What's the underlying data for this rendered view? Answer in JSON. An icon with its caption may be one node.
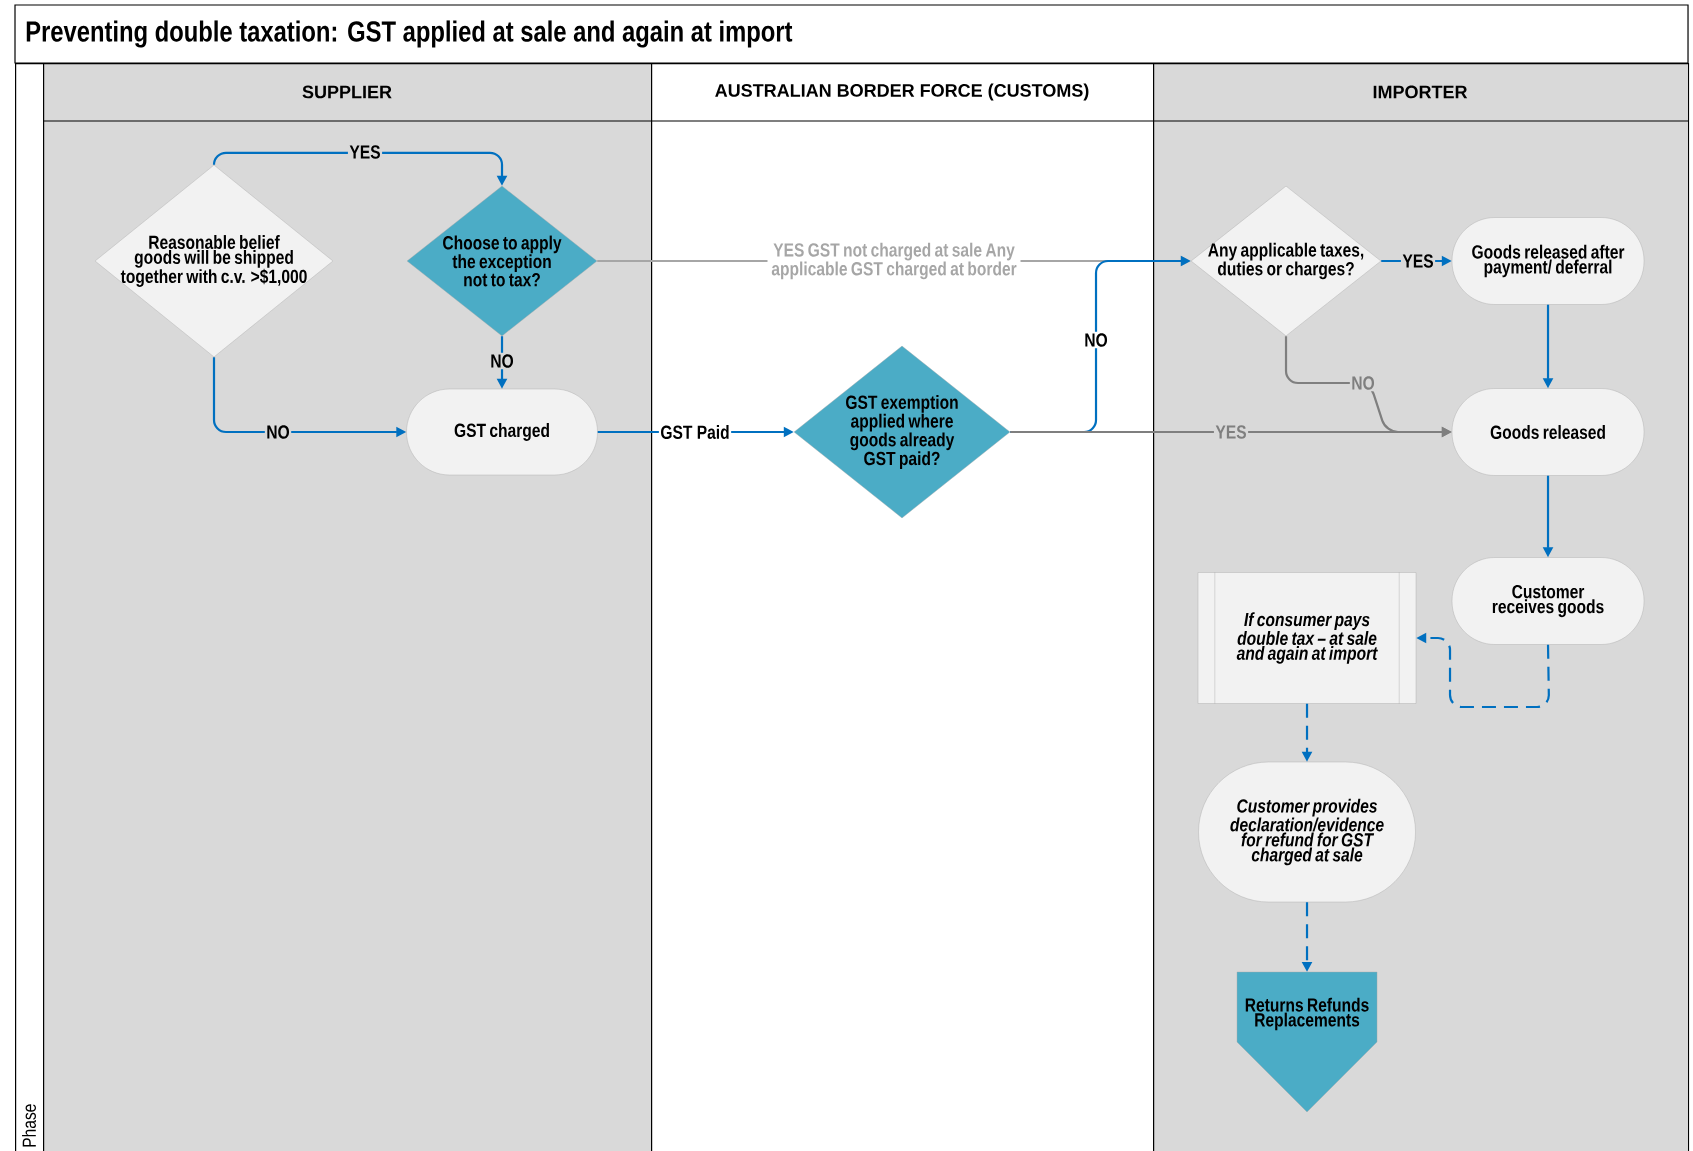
{
  "diagram": {
    "title": "Preventing double taxation: GST applied at sale and again at import",
    "nodes": [
      {
        "text": [
          "Phase"
        ]
      },
      {
        "text": [
          "SUPPLIER"
        ]
      },
      {
        "text": [
          "AUSTRALIAN BORDER FORCE (CUSTOMS)"
        ]
      },
      {
        "text": [
          "IMPORTER"
        ]
      },
      {
        "text": [
          "Reasonable belief goods will be shipped together with c.v. >$1,000"
        ],
        "in": 1
      },
      {
        "text": [
          "Choose to apply the exception not to tax?"
        ],
        "in": 1
      },
      {
        "text": [
          "GST charged"
        ],
        "in": 1
      },
      {
        "text": [
          "GST exemption applied where goods already GST paid?"
        ],
        "in": 2
      },
      {
        "text": [
          "Any applicable taxes, duties or charges?"
        ],
        "in": 3
      },
      {
        "text": [
          "Goods released after payment/ deferral"
        ],
        "in": 3
      },
      {
        "text": [
          "Goods released"
        ],
        "in": 3
      },
      {
        "text": [
          "Customer receives goods"
        ],
        "in": 3
      },
      {
        "text": [
          "If consumer pays double tax – at sale and again at import"
        ],
        "in": 3
      },
      {
        "text": [
          "Customer provides declaration/evidence for refund for GST charged at sale"
        ],
        "in": 3
      },
      {
        "text": [
          "Returns Refunds Replacements"
        ],
        "in": 3
      }
    ],
    "edges": [
      {
        "from": 4,
        "to": 5,
        "arrow": "to",
        "label": "YES"
      },
      {
        "from": 4,
        "to": 6,
        "arrow": "to",
        "label": "NO"
      },
      {
        "from": 5,
        "to": 6,
        "arrow": "to",
        "label": "NO"
      },
      {
        "from": 5,
        "to": 8,
        "arrow": "to",
        "label": "YES GST not charged at sale Any applicable GST charged at border",
        "color": "#a6a6a6"
      },
      {
        "from": 6,
        "to": 7,
        "arrow": "to",
        "label": "GST Paid"
      },
      {
        "from": 7,
        "to": 8,
        "arrow": "to",
        "label": "NO"
      },
      {
        "from": 7,
        "to": 10,
        "arrow": "to",
        "label": "YES",
        "color": "#7f7f7f"
      },
      {
        "from": 8,
        "to": 9,
        "arrow": "to",
        "label": "YES"
      },
      {
        "from": 8,
        "to": 10,
        "arrow": "to",
        "label": "NO",
        "color": "#7f7f7f"
      },
      {
        "from": 9,
        "to": 10,
        "arrow": "to"
      },
      {
        "from": 10,
        "to": 11,
        "arrow": "to"
      },
      {
        "from": 11,
        "to": 12,
        "arrow": "to",
        "style": "dashed"
      },
      {
        "from": 12,
        "to": 13,
        "arrow": "to",
        "style": "dashed"
      },
      {
        "from": 13,
        "to": 14,
        "arrow": "to",
        "style": "dashed"
      }
    ]
  }
}
